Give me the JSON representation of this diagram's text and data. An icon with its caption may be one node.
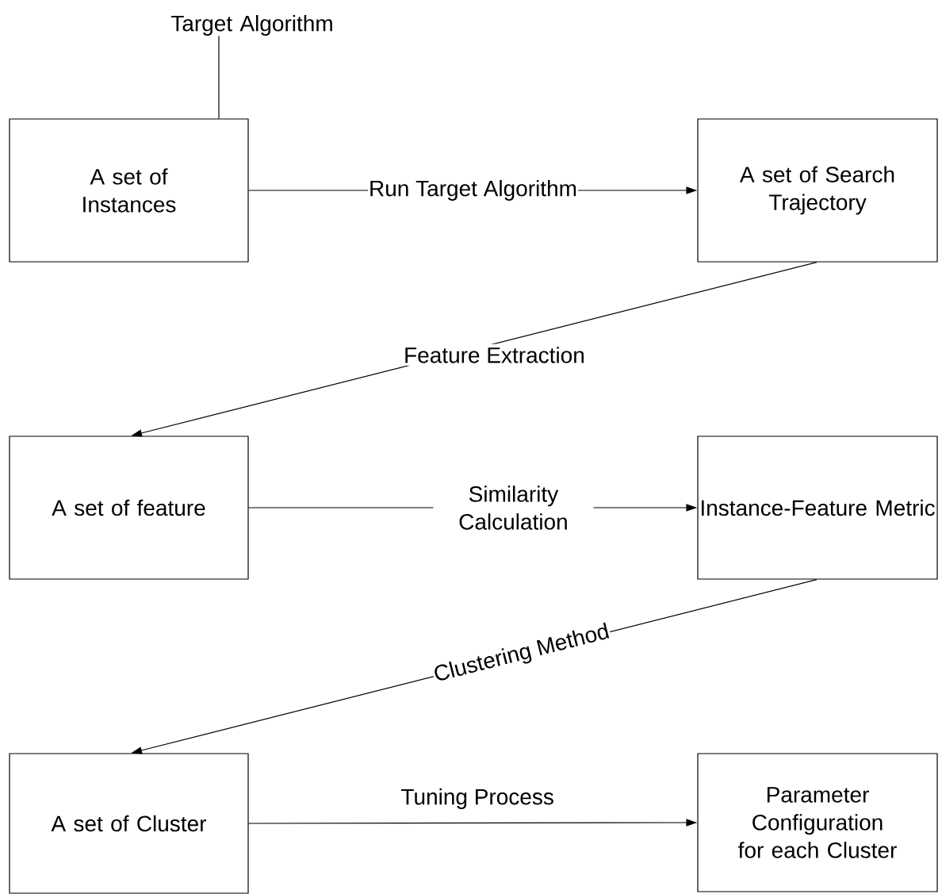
{
  "diagram": {
    "nodes": [
      {
        "text": [
          "Target Algorithm"
        ]
      },
      {
        "text": [
          "A set of Instances"
        ]
      },
      {
        "text": [
          "A set of Search Trajectory"
        ]
      },
      {
        "text": [
          "A set of feature"
        ]
      },
      {
        "text": [
          "Instance-Feature Metric"
        ]
      },
      {
        "text": [
          "A set of Cluster"
        ]
      },
      {
        "text": [
          "Parameter Configuration for each Cluster"
        ]
      }
    ],
    "edges": [
      {
        "from": 0,
        "to": 1,
        "arrow": "none"
      },
      {
        "from": 1,
        "to": 2,
        "arrow": "to",
        "label": "Run Target Algorithm"
      },
      {
        "from": 2,
        "to": 3,
        "arrow": "to",
        "label": "Feature Extraction"
      },
      {
        "from": 3,
        "to": 4,
        "arrow": "to",
        "label": "Similarity Calculation"
      },
      {
        "from": 4,
        "to": 5,
        "arrow": "to",
        "label": "Clustering Method"
      },
      {
        "from": 5,
        "to": 6,
        "arrow": "to",
        "label": "Tuning Process"
      }
    ]
  }
}
